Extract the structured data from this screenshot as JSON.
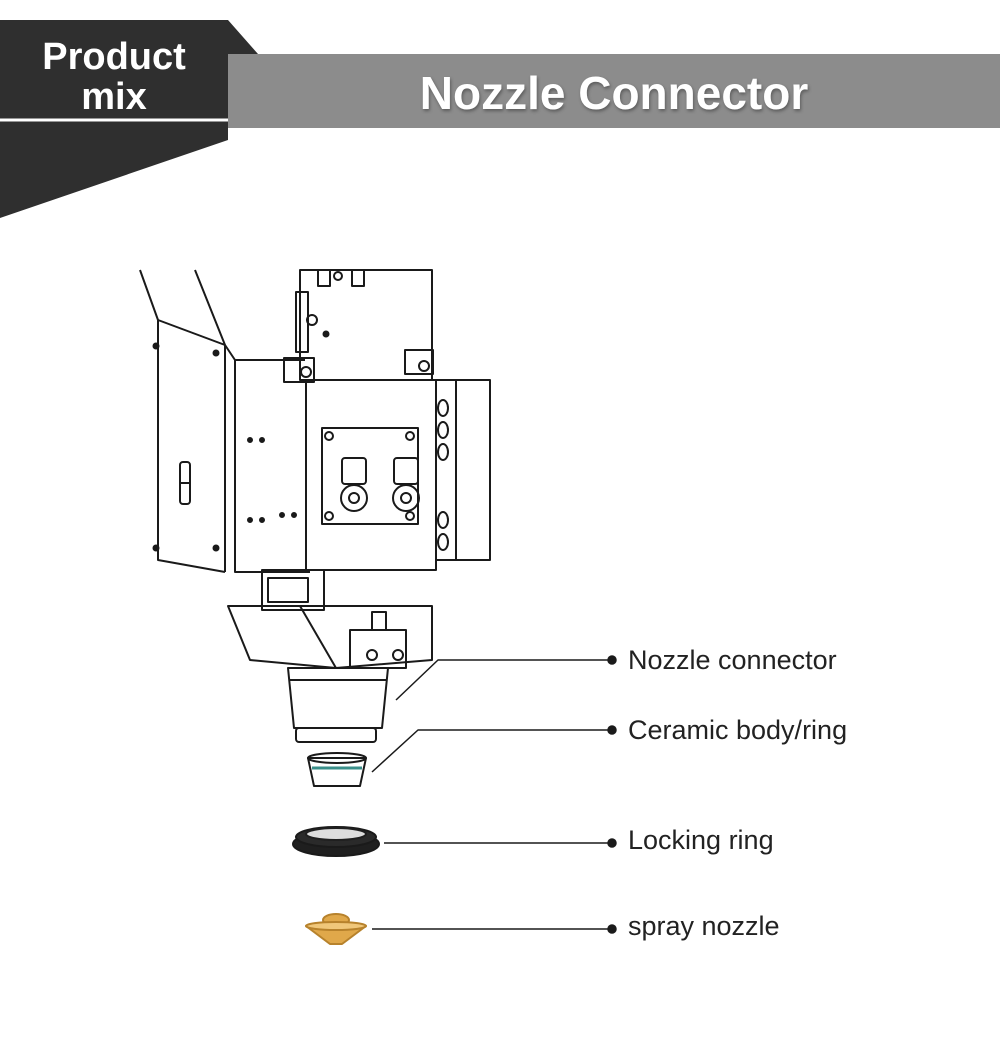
{
  "header": {
    "badge_line1": "Product",
    "badge_line2": "mix",
    "title": "Nozzle Connector"
  },
  "callouts": [
    {
      "label": "Nozzle connector"
    },
    {
      "label": "Ceramic body/ring"
    },
    {
      "label": "Locking ring"
    },
    {
      "label": "spray nozzle"
    }
  ],
  "colors": {
    "badge": "#2f2f2f",
    "title_bar": "#8c8c8c",
    "line_art": "#1a1a1a",
    "nozzle": "#e0a84a",
    "ring_inner": "#3a8f8a"
  }
}
